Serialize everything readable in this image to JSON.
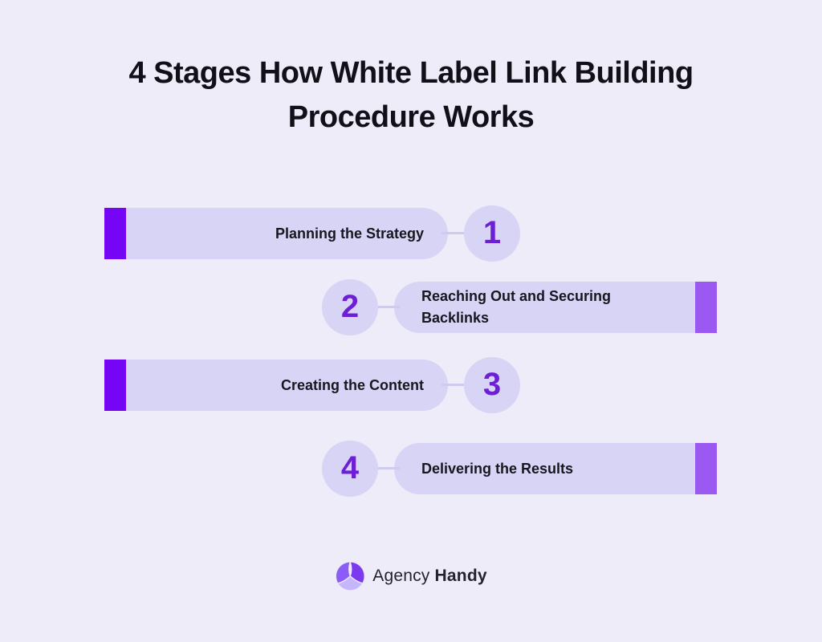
{
  "title": {
    "line1": "4 Stages How White Label Link Building",
    "line2": "Procedure Works"
  },
  "stages": [
    {
      "number": "1",
      "label": "Planning the Strategy",
      "side": "left"
    },
    {
      "number": "2",
      "label": "Reaching Out and Securing Backlinks",
      "side": "right"
    },
    {
      "number": "3",
      "label": "Creating the Content",
      "side": "left"
    },
    {
      "number": "4",
      "label": "Delivering the Results",
      "side": "right"
    }
  ],
  "footer": {
    "brand_regular": "Agency",
    "brand_bold": "Handy",
    "logo_icon": "triskelion-swirl-icon"
  },
  "colors": {
    "background": "#eeecf8",
    "bar_fill": "#d7d4f6",
    "circle_fill": "#d7d4f6",
    "accent_left": "#7506f5",
    "accent_right": "#9c59f2",
    "number_purple": "#6d1fd6",
    "title_text": "#111018",
    "label_text": "#17171f",
    "connector": "#cfcbef",
    "logo_petal_dark": "#7c3aed",
    "logo_petal_medium": "#8b5cf6",
    "logo_petal_light": "#c4b5fd"
  }
}
